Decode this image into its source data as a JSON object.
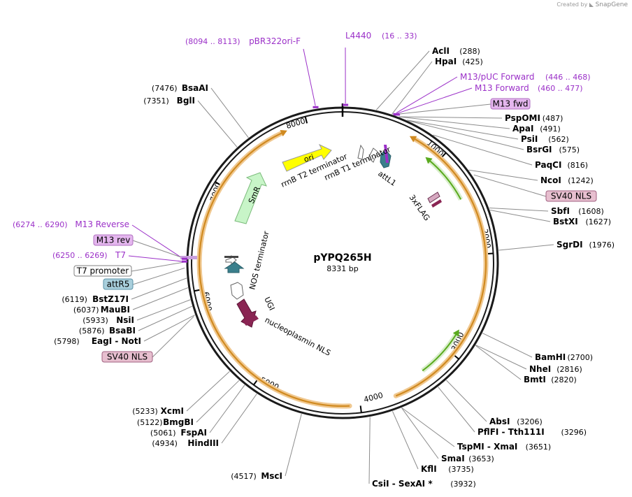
{
  "header": {
    "created_by": "Created by",
    "brand": "SnapGene"
  },
  "plasmid": {
    "name": "pYPQ265H",
    "length": 8331,
    "length_label": "8331 bp"
  },
  "ticks": [
    "1000",
    "2000",
    "3000",
    "4000",
    "5000",
    "6000",
    "7000",
    "8000"
  ],
  "sites": [
    {
      "label": "AclI",
      "pos": "(288)",
      "bp": 288
    },
    {
      "label": "HpaI",
      "pos": "(425)",
      "bp": 425
    },
    {
      "label": "PspOMI",
      "pos": "(487)",
      "bp": 487
    },
    {
      "label": "ApaI",
      "pos": "(491)",
      "bp": 491
    },
    {
      "label": "PsiI",
      "pos": "(562)",
      "bp": 562
    },
    {
      "label": "BsrGI",
      "pos": "(575)",
      "bp": 575
    },
    {
      "label": "PaqCI",
      "pos": "(816)",
      "bp": 816
    },
    {
      "label": "NcoI",
      "pos": "(1242)",
      "bp": 1242
    },
    {
      "label": "SbfI",
      "pos": "(1608)",
      "bp": 1608
    },
    {
      "label": "BstXI",
      "pos": "(1627)",
      "bp": 1627
    },
    {
      "label": "SgrDI",
      "pos": "(1976)",
      "bp": 1976
    },
    {
      "label": "BamHI",
      "pos": "(2700)",
      "bp": 2700
    },
    {
      "label": "NheI",
      "pos": "(2816)",
      "bp": 2816
    },
    {
      "label": "BmtI",
      "pos": "(2820)",
      "bp": 2820
    },
    {
      "label": "AbsI",
      "pos": "(3206)",
      "bp": 3206
    },
    {
      "label": "PflFI - Tth111I",
      "pos": "(3296)",
      "bp": 3296
    },
    {
      "label": "TspMI - XmaI",
      "pos": "(3651)",
      "bp": 3651
    },
    {
      "label": "SmaI",
      "pos": "(3653)",
      "bp": 3653
    },
    {
      "label": "KflI",
      "pos": "(3735)",
      "bp": 3735
    },
    {
      "label": "CsiI - SexAI *",
      "pos": "(3932)",
      "bp": 3932
    },
    {
      "label": "MscI",
      "pos": "(4517)",
      "bp": 4517
    },
    {
      "label": "HindIII",
      "pos": "(4934)",
      "bp": 4934
    },
    {
      "label": "FspAI",
      "pos": "(5061)",
      "bp": 5061
    },
    {
      "label": "BmgBI",
      "pos": "(5122)",
      "bp": 5122
    },
    {
      "label": "XcmI",
      "pos": "(5233)",
      "bp": 5233
    },
    {
      "label": "EagI - NotI",
      "pos": "(5798)",
      "bp": 5798
    },
    {
      "label": "BsaBI",
      "pos": "(5876)",
      "bp": 5876
    },
    {
      "label": "NsiI",
      "pos": "(5933)",
      "bp": 5933
    },
    {
      "label": "MauBI",
      "pos": "(6037)",
      "bp": 6037
    },
    {
      "label": "BstZ17I",
      "pos": "(6119)",
      "bp": 6119
    },
    {
      "label": "BglI",
      "pos": "(7351)",
      "bp": 7351
    },
    {
      "label": "BsaAI",
      "pos": "(7476)",
      "bp": 7476
    }
  ],
  "primers": [
    {
      "label": "L4440",
      "range": "(16 .. 33)",
      "bp": 24
    },
    {
      "label": "M13/pUC Forward",
      "range": "(446 .. 468)",
      "bp": 457
    },
    {
      "label": "M13 Forward",
      "range": "(460 .. 477)",
      "bp": 468
    },
    {
      "label": "M13 Reverse",
      "range": "(6274 .. 6290)",
      "bp": 6282
    },
    {
      "label": "T7",
      "range": "(6250 .. 6269)",
      "bp": 6259
    },
    {
      "label": "pBR322ori-F",
      "range": "(8094 .. 8113)",
      "bp": 8104
    }
  ],
  "boxed_features": [
    {
      "label": "M13 fwd",
      "bp": 460,
      "fill": "#e4b6ee",
      "stroke": "#b070c0"
    },
    {
      "label": "SV40 NLS",
      "bp": 1300,
      "fill": "#e7bfcf",
      "stroke": "#a06080"
    },
    {
      "label": "M13 rev",
      "bp": 6285,
      "fill": "#e4b6ee",
      "stroke": "#b070c0"
    },
    {
      "label": "T7 promoter",
      "bp": 6255,
      "fill": "#ffffff",
      "stroke": "#808080"
    },
    {
      "label": "attR5",
      "bp": 6205,
      "fill": "#a9cfdc",
      "stroke": "#5a93a8"
    },
    {
      "label": "SV40 NLS",
      "bp": 5790,
      "fill": "#e7bfcf",
      "stroke": "#a06080"
    }
  ],
  "inner_labels": [
    "ori",
    "SmR",
    "rrnB T2 terminator",
    "rrnB T1 terminator",
    "attL1",
    "3xFLAG",
    "NOS terminator",
    "UGI",
    "nucleoplasmin NLS"
  ],
  "colors": {
    "backbone": "#1a1a1a",
    "primer": "#9b30c8",
    "orange_feature": "#f0c890",
    "orange_arrow": "#d08a20",
    "green_arrow": "#5aaa1e",
    "ori": "#ffff00",
    "smr": "#c8f5c8",
    "teal": "#3a7f8c",
    "maroon": "#8a2553"
  }
}
